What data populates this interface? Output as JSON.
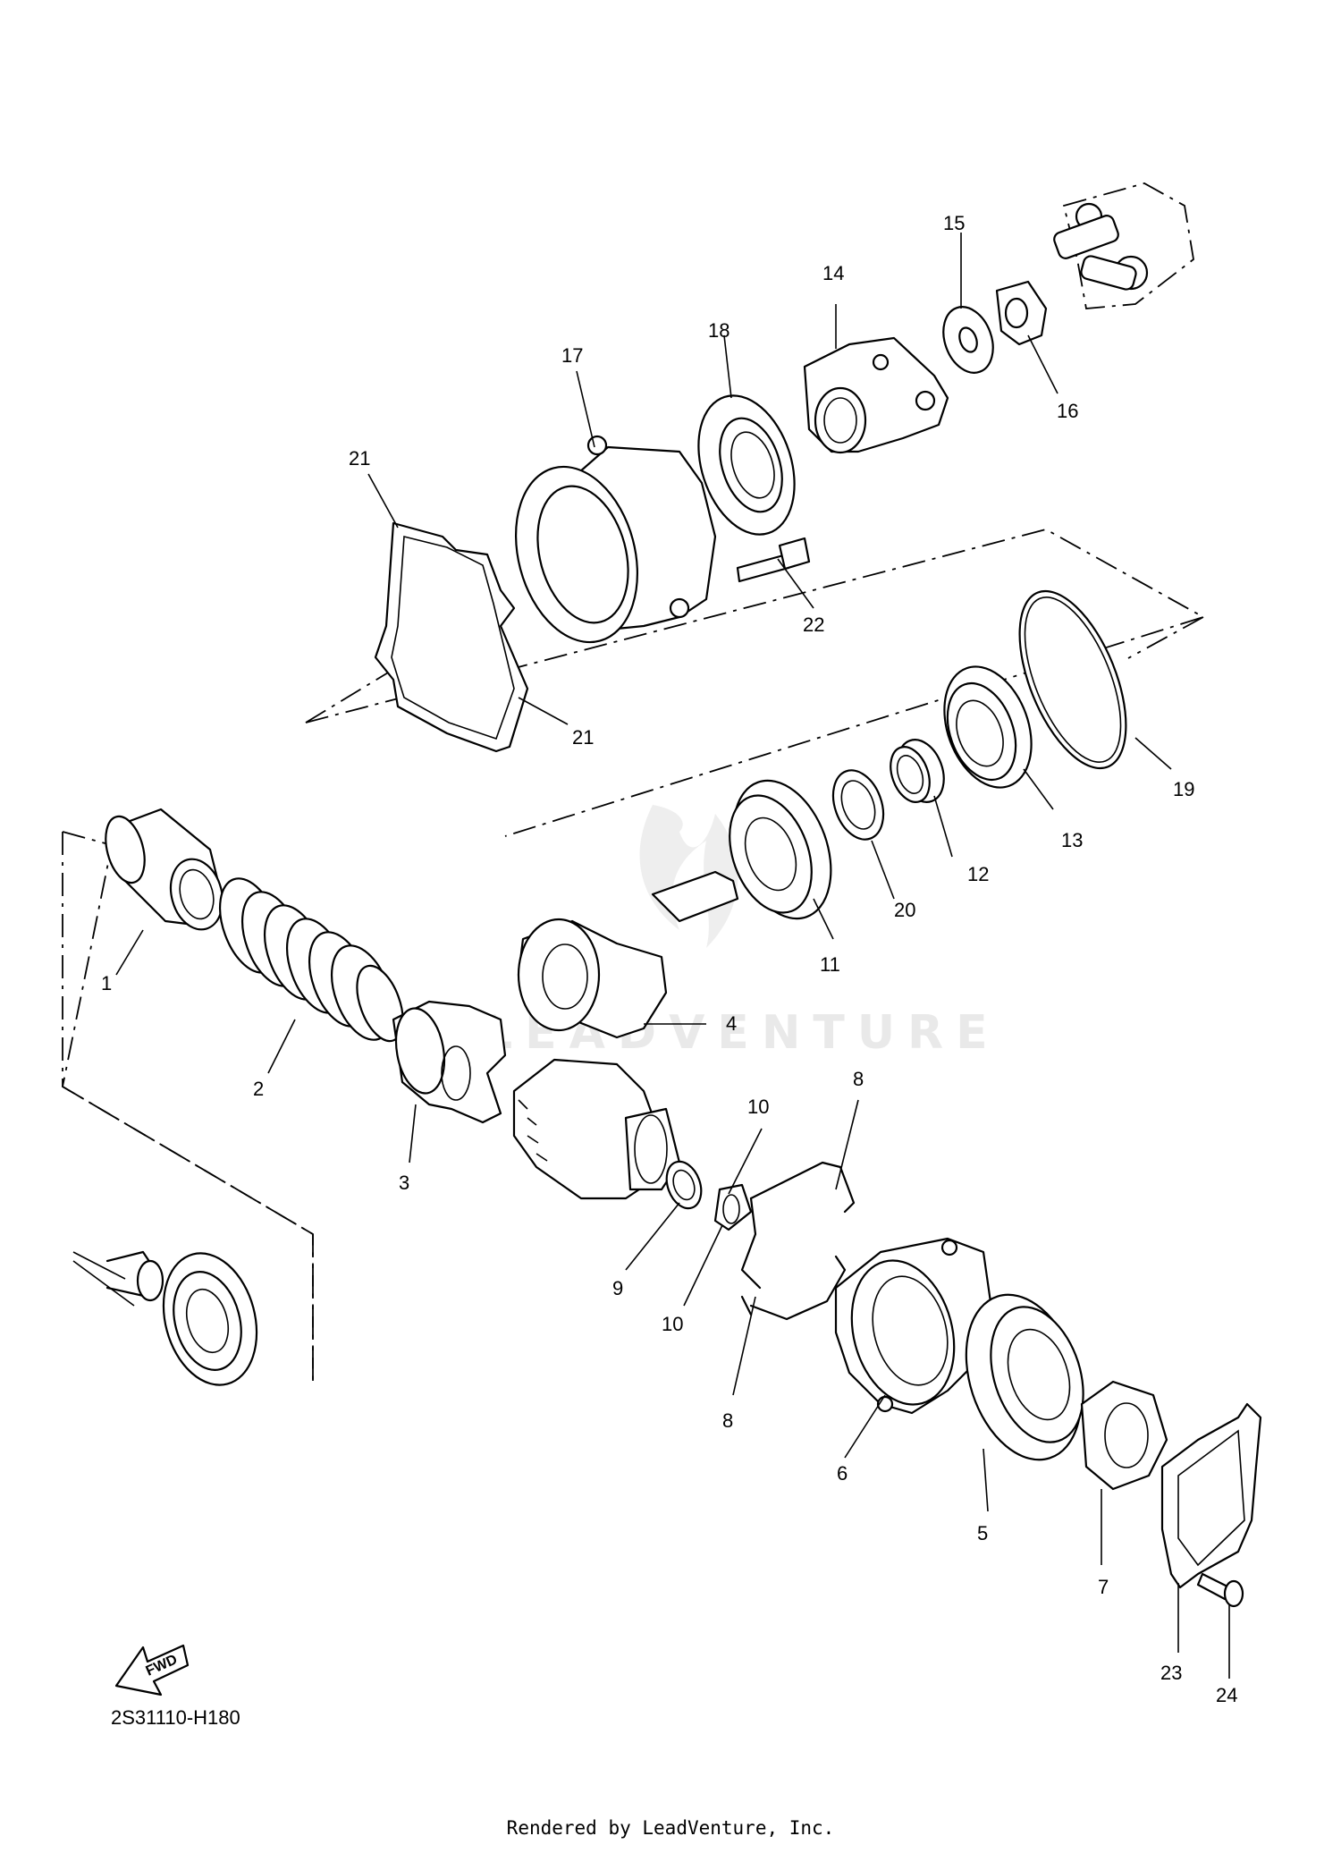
{
  "diagram_code": "2S31110-H180",
  "render_credit": "Rendered by LeadVenture, Inc.",
  "direction_marker": "FWD",
  "watermark": "LEADVENTURE",
  "callouts": {
    "c1": "1",
    "c2": "2",
    "c3": "3",
    "c4": "4",
    "c5": "5",
    "c6": "6",
    "c7": "7",
    "c8a": "8",
    "c8b": "8",
    "c9": "9",
    "c10a": "10",
    "c10b": "10",
    "c11": "11",
    "c12": "12",
    "c13": "13",
    "c14": "14",
    "c15": "15",
    "c16": "16",
    "c17": "17",
    "c18": "18",
    "c19": "19",
    "c20": "20",
    "c21a": "21",
    "c21b": "21",
    "c22": "22",
    "c23": "23",
    "c24": "24"
  }
}
